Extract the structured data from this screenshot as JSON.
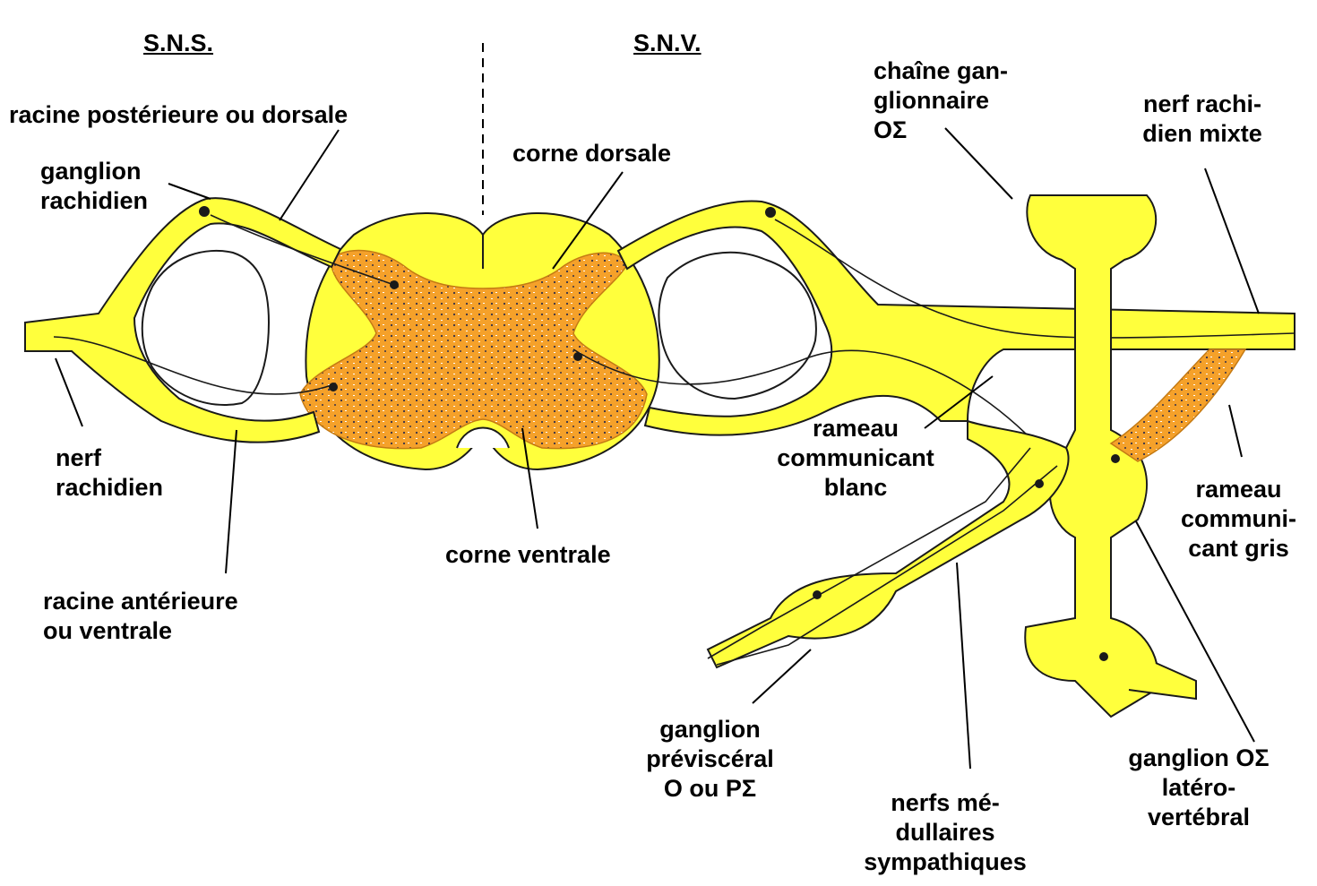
{
  "labels": {
    "sns": "S.N.S.",
    "snv": "S.N.V.",
    "racine_posterieure": "racine postérieure ou dorsale",
    "ganglion_rachidien": [
      "ganglion",
      "rachidien"
    ],
    "chaine_ganglionnaire": [
      "chaîne gan-",
      "glionnaire",
      "OΣ"
    ],
    "nerf_rachidien_mixte": [
      "nerf rachi-",
      "dien mixte"
    ],
    "corne_dorsale": "corne dorsale",
    "nerf_rachidien": [
      "nerf",
      "rachidien"
    ],
    "rameau_blanc": [
      "rameau",
      "communicant",
      "blanc"
    ],
    "rameau_gris": [
      "rameau",
      "communi-",
      "cant gris"
    ],
    "corne_ventrale": "corne ventrale",
    "racine_anterieure": [
      "racine antérieure",
      "ou ventrale"
    ],
    "ganglion_previsceral": [
      "ganglion",
      "préviscéral",
      "O ou PΣ"
    ],
    "ganglion_latero": [
      "ganglion OΣ",
      "latéro-",
      "vertébral"
    ],
    "nerfs_medullaires": [
      "nerfs mé-",
      "dullaires",
      "sympathiques"
    ]
  },
  "colors": {
    "nerve_yellow": "#ffff3c",
    "grey_matter": "#f5a12a",
    "outline": "#1a1a1a",
    "background": "#ffffff"
  }
}
